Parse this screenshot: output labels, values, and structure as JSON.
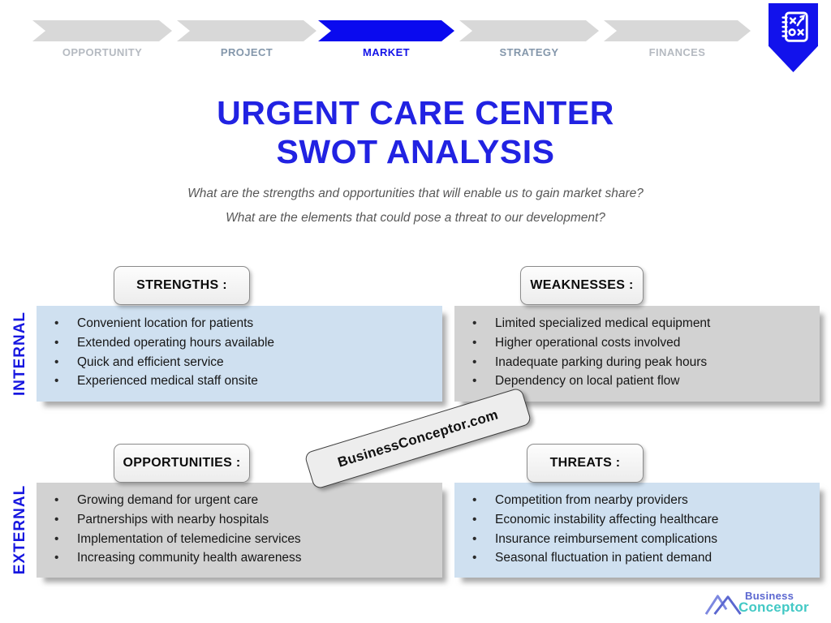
{
  "nav": {
    "steps": [
      {
        "label": "OPPORTUNITY",
        "state": "inactive"
      },
      {
        "label": "PROJECT",
        "state": "visited"
      },
      {
        "label": "MARKET",
        "state": "active"
      },
      {
        "label": "STRATEGY",
        "state": "visited"
      },
      {
        "label": "FINANCES",
        "state": "inactive"
      }
    ],
    "badge_icon": "strategy-plan-icon"
  },
  "header": {
    "title_line1": "URGENT CARE CENTER",
    "title_line2": "SWOT ANALYSIS",
    "subtitle1": "What are the strengths and opportunities that will enable us to gain market share?",
    "subtitle2": "What are the elements that could pose a threat to our development?"
  },
  "axis_labels": {
    "internal": "INTERNAL",
    "external": "EXTERNAL"
  },
  "quadrants": [
    {
      "id": "strengths",
      "label": "STRENGTHS :",
      "panel_style": "blue",
      "items": [
        "Convenient location for patients",
        "Extended operating hours available",
        "Quick and efficient service",
        "Experienced medical staff onsite"
      ]
    },
    {
      "id": "weaknesses",
      "label": "WEAKNESSES :",
      "panel_style": "gray",
      "items": [
        "Limited specialized medical equipment",
        "Higher operational costs involved",
        "Inadequate parking during peak hours",
        "Dependency on local patient flow"
      ]
    },
    {
      "id": "opportunities",
      "label": "OPPORTUNITIES :",
      "panel_style": "gray",
      "items": [
        "Growing demand for urgent care",
        "Partnerships with nearby hospitals",
        "Implementation of telemedicine services",
        "Increasing community health awareness"
      ]
    },
    {
      "id": "threats",
      "label": "THREATS :",
      "panel_style": "blue",
      "items": [
        "Competition from nearby providers",
        "Economic instability affecting healthcare",
        "Insurance reimbursement complications",
        "Seasonal fluctuation in patient demand"
      ]
    }
  ],
  "watermark": {
    "text": "BusinessConceptor.com"
  },
  "footer_logo": {
    "line1": "Business",
    "line2": "Conceptor"
  },
  "colors": {
    "accent_blue": "#1212E8",
    "title_blue": "#2122E2",
    "chevron_gray": "#D8D8D8",
    "panel_blue": "#CFE0F0",
    "panel_gray": "#D2D2D2",
    "label_box_bg": "#F0F0F0",
    "logo_indigo": "#5B67D0",
    "logo_teal": "#43C9C5"
  }
}
